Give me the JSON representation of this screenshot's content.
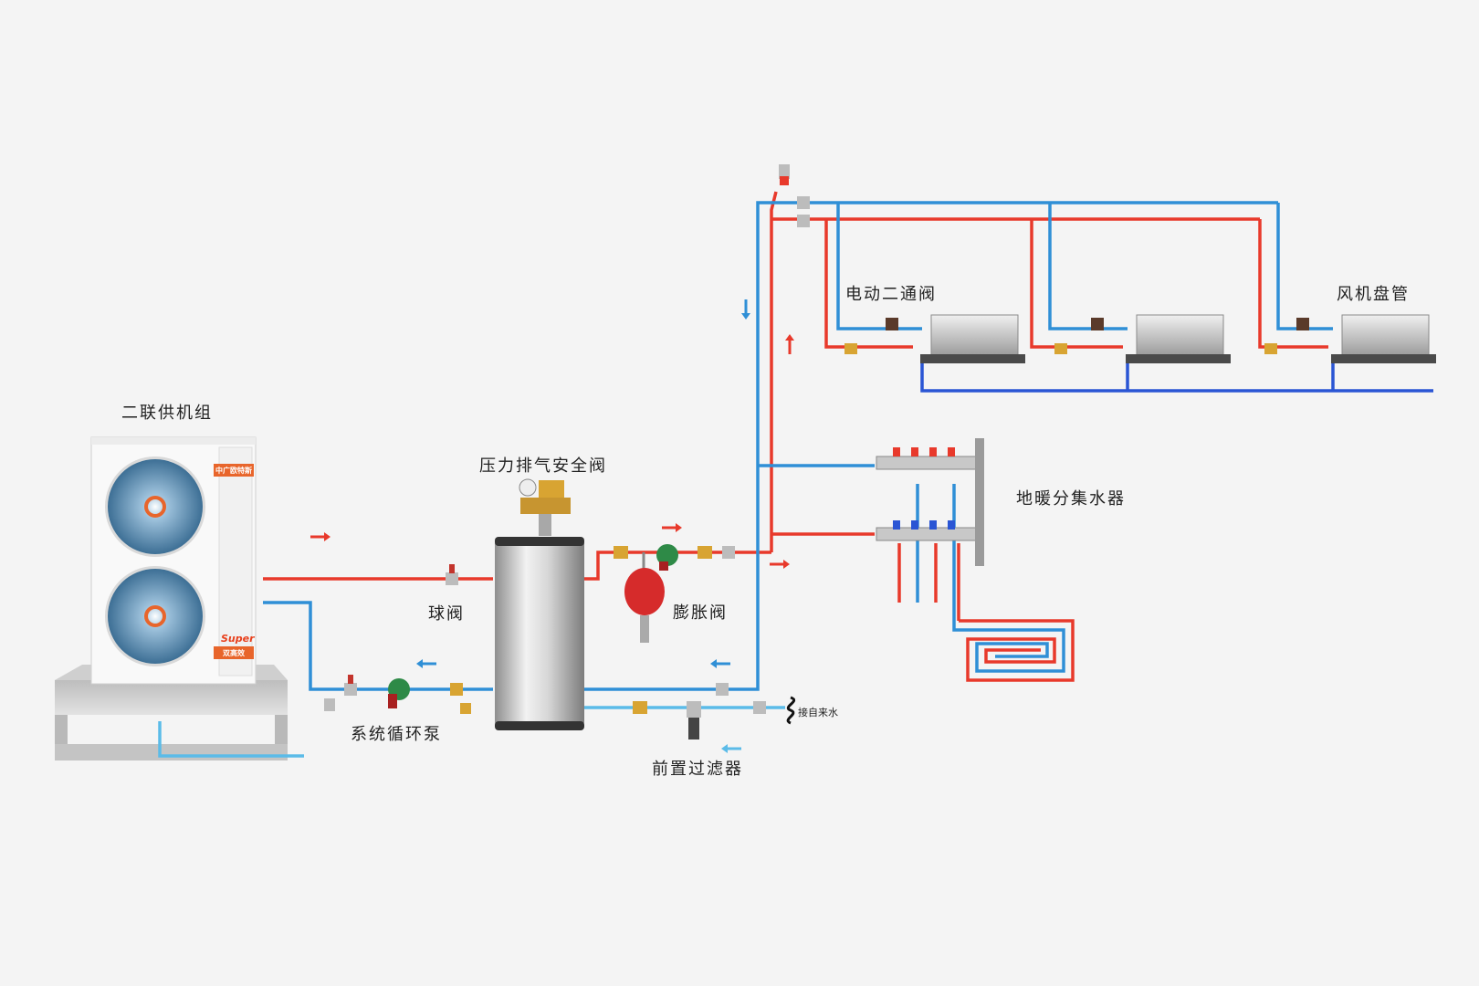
{
  "labels": {
    "outdoor_unit": "二联供机组",
    "safety_valve": "压力排气安全阀",
    "ball_valve": "球阀",
    "expansion_valve": "膨胀阀",
    "circulation_pump": "系统循环泵",
    "pre_filter": "前置过滤器",
    "tap_water": "接自来水",
    "two_way_valve": "电动二通阀",
    "fan_coil": "风机盘管",
    "floor_manifold": "地暖分集水器"
  },
  "unit_branding": {
    "logo": "中广欧特斯",
    "series": "Super",
    "badge": "双高效"
  },
  "colors": {
    "hot_water": "#e8392b",
    "return_water": "#2f8fd6",
    "tap_water": "#5bbbe8",
    "coil_return": "#2a55d4",
    "tank": "#c9c9c9",
    "expansion_tank": "#d62b2b",
    "brass": "#d8a432"
  },
  "icons": [
    "flow-arrow-icon",
    "valve-icon",
    "pump-icon",
    "fan-icon",
    "water-source-icon"
  ]
}
